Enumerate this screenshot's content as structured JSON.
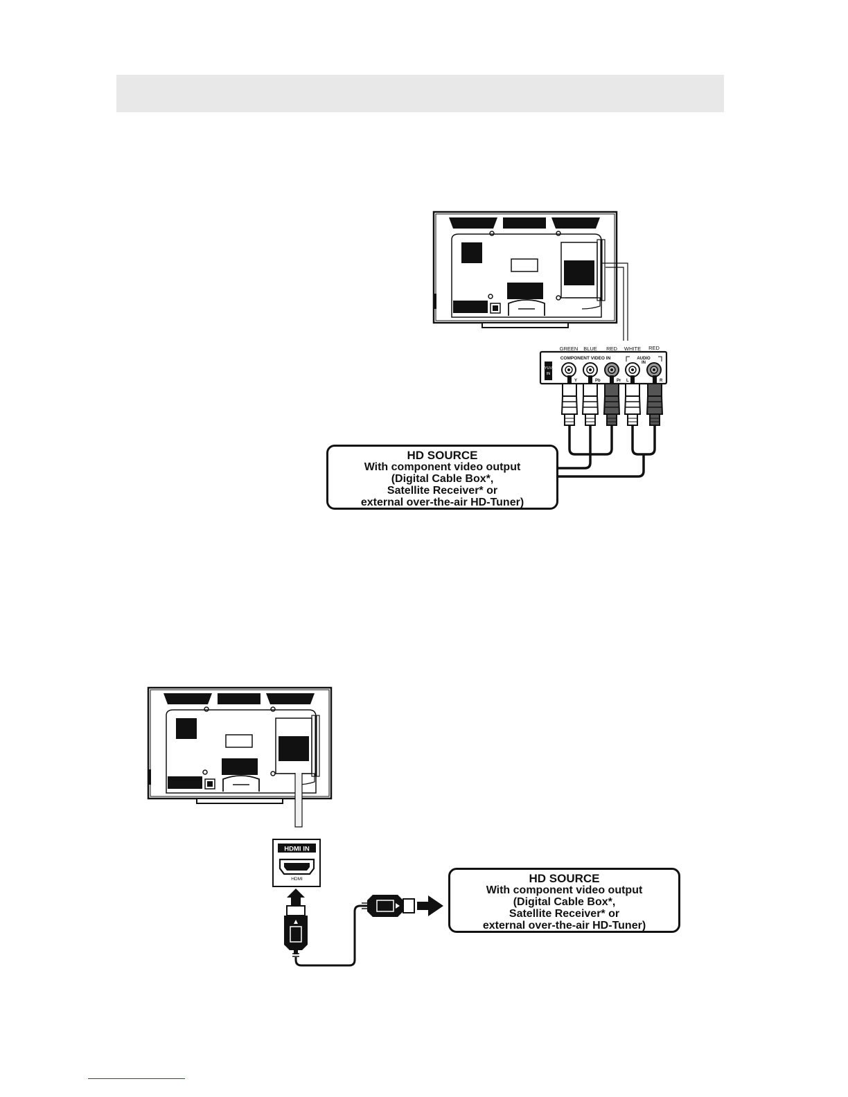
{
  "component": {
    "jack_colors": [
      "GREEN",
      "BLUE",
      "RED",
      "WHITE",
      "RED"
    ],
    "panel_label": "COMPONENT VIDEO IN",
    "audio_label_line1": "AUDIO",
    "audio_label_line2": "IN",
    "yuv_label_line1": "YUV",
    "yuv_label_line2": "IN",
    "jack_marks": [
      "Y",
      "Pb",
      "Pr",
      "L",
      "R"
    ],
    "source_box": {
      "title": "HD SOURCE",
      "line1": "With component video output",
      "line2": "(Digital Cable Box*,",
      "line3": "Satellite Receiver* or",
      "line4": "external over-the-air HD-Tuner)"
    }
  },
  "hdmi": {
    "panel_title": "HDMI IN",
    "port_label": "HDMI",
    "source_box": {
      "title": "HD SOURCE",
      "line1": "With component video output",
      "line2": "(Digital Cable Box*,",
      "line3": "Satellite Receiver* or",
      "line4": "external over-the-air HD-Tuner)"
    }
  },
  "colors": {
    "header_band": "#e8e8e8",
    "ink": "#111111",
    "footer_rule": "#1a3cc9"
  }
}
